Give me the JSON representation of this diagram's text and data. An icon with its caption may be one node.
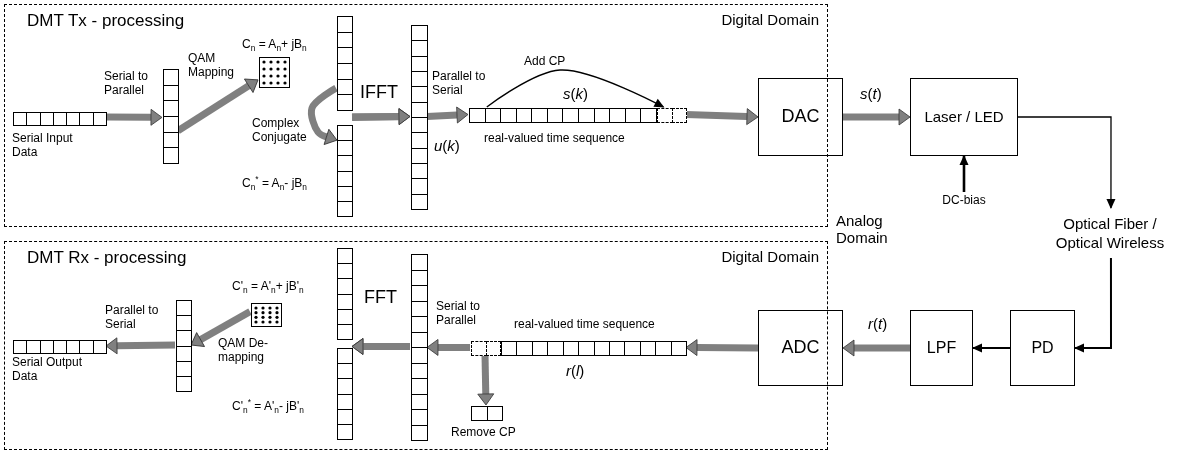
{
  "diagram": {
    "nodes": [
      {
        "text": [
          "DMT Tx - processing",
          "Digital Domain"
        ]
      },
      {
        "text": [],
        "shape": "bar",
        "in": 0,
        "beside": [
          "Serial Input Data"
        ]
      },
      {
        "text": [],
        "shape": "bar",
        "in": 0
      },
      {
        "text": [],
        "shape": "box",
        "in": 0,
        "beside": [
          "C$_{n}$ = A$_{n}$+ jB$_{n}$"
        ]
      },
      {
        "text": [],
        "shape": "bar",
        "in": 0
      },
      {
        "text": [],
        "shape": "bar",
        "in": 0,
        "beside": [
          "C$_{n}$$^{*}$ = A$_{n}$- jB$_{n}$"
        ]
      },
      {
        "text": [],
        "shape": "bar",
        "in": 0,
        "beside": [
          "*u*(*k*)"
        ]
      },
      {
        "text": [],
        "shape": "bar",
        "in": 0,
        "beside": [
          "*s*(*k*)",
          "real-valued time sequence"
        ]
      },
      {
        "text": [],
        "shape": "bar",
        "in": 0
      },
      {
        "text": [
          "DAC"
        ]
      },
      {
        "text": [
          "Laser / LED"
        ]
      },
      {
        "text": [
          "DC-bias"
        ]
      },
      {
        "text": [
          "Optical Fiber / Optical Wireless"
        ]
      },
      {
        "text": [
          "PD"
        ]
      },
      {
        "text": [
          "LPF"
        ]
      },
      {
        "text": [
          "ADC"
        ]
      },
      {
        "text": [
          "DMT Rx - processing",
          "Digital Domain"
        ]
      },
      {
        "text": [],
        "shape": "bar",
        "in": 16,
        "beside": [
          "real-valued time sequence",
          "*r*(*l*)"
        ]
      },
      {
        "text": [],
        "shape": "bar",
        "in": 16
      },
      {
        "text": [],
        "shape": "bar",
        "in": 16,
        "beside": [
          "Remove CP"
        ]
      },
      {
        "text": [],
        "shape": "bar",
        "in": 16
      },
      {
        "text": [],
        "shape": "bar",
        "in": 16
      },
      {
        "text": [],
        "shape": "bar",
        "in": 16,
        "beside": [
          "C'$_{n}$$^{*}$ = A'$_{n}$- jB'$_{n}$"
        ]
      },
      {
        "text": [],
        "shape": "box",
        "in": 16,
        "beside": [
          "C'$_{n}$ = A'$_{n}$+ jB'$_{n}$"
        ]
      },
      {
        "text": [],
        "shape": "bar",
        "in": 16
      },
      {
        "text": [],
        "shape": "bar",
        "in": 16,
        "beside": [
          "Serial Output Data"
        ]
      }
    ],
    "edges": [
      {
        "from": 1,
        "to": 2,
        "arrow": "to",
        "label": "Serial to Parallel"
      },
      {
        "from": 2,
        "to": 3,
        "arrow": "to",
        "label": "QAM Mapping"
      },
      {
        "from": 4,
        "to": 5,
        "arrow": "to",
        "label": "Complex Conjugate"
      },
      {
        "from": 4,
        "to": 6,
        "arrow": "to",
        "label": "IFFT"
      },
      {
        "from": 5,
        "to": 6,
        "arrow": "to"
      },
      {
        "from": 6,
        "to": 7,
        "arrow": "to",
        "label": "Parallel to Serial"
      },
      {
        "from": 7,
        "to": 8,
        "arrow": "to",
        "label": "Add CP",
        "color": "#000000"
      },
      {
        "from": 8,
        "to": 9,
        "arrow": "to"
      },
      {
        "from": 9,
        "to": 10,
        "arrow": "to",
        "label": "*s*(*t*)"
      },
      {
        "from": 11,
        "to": 10,
        "arrow": "to",
        "color": "#000000"
      },
      {
        "from": 10,
        "to": 12,
        "arrow": "to",
        "color": "#000000"
      },
      {
        "from": 12,
        "to": 13,
        "arrow": "to",
        "color": "#000000"
      },
      {
        "from": 13,
        "to": 14,
        "arrow": "to",
        "color": "#000000"
      },
      {
        "from": 14,
        "to": 15,
        "arrow": "to",
        "label": "*r*(*t*)"
      },
      {
        "from": 15,
        "to": 17,
        "arrow": "to"
      },
      {
        "from": 18,
        "to": 20,
        "arrow": "to",
        "label": "Serial to Parallel"
      },
      {
        "from": 18,
        "to": 19,
        "arrow": "to"
      },
      {
        "from": 20,
        "to": 21,
        "arrow": "to",
        "label": "FFT"
      },
      {
        "from": 20,
        "to": 22,
        "arrow": "to"
      },
      {
        "from": 23,
        "to": 24,
        "arrow": "to",
        "label": "QAM De-mapping"
      },
      {
        "from": 24,
        "to": 25,
        "arrow": "to",
        "label": "Parallel to Serial"
      }
    ],
    "labels": [
      "Analog Domain"
    ]
  }
}
